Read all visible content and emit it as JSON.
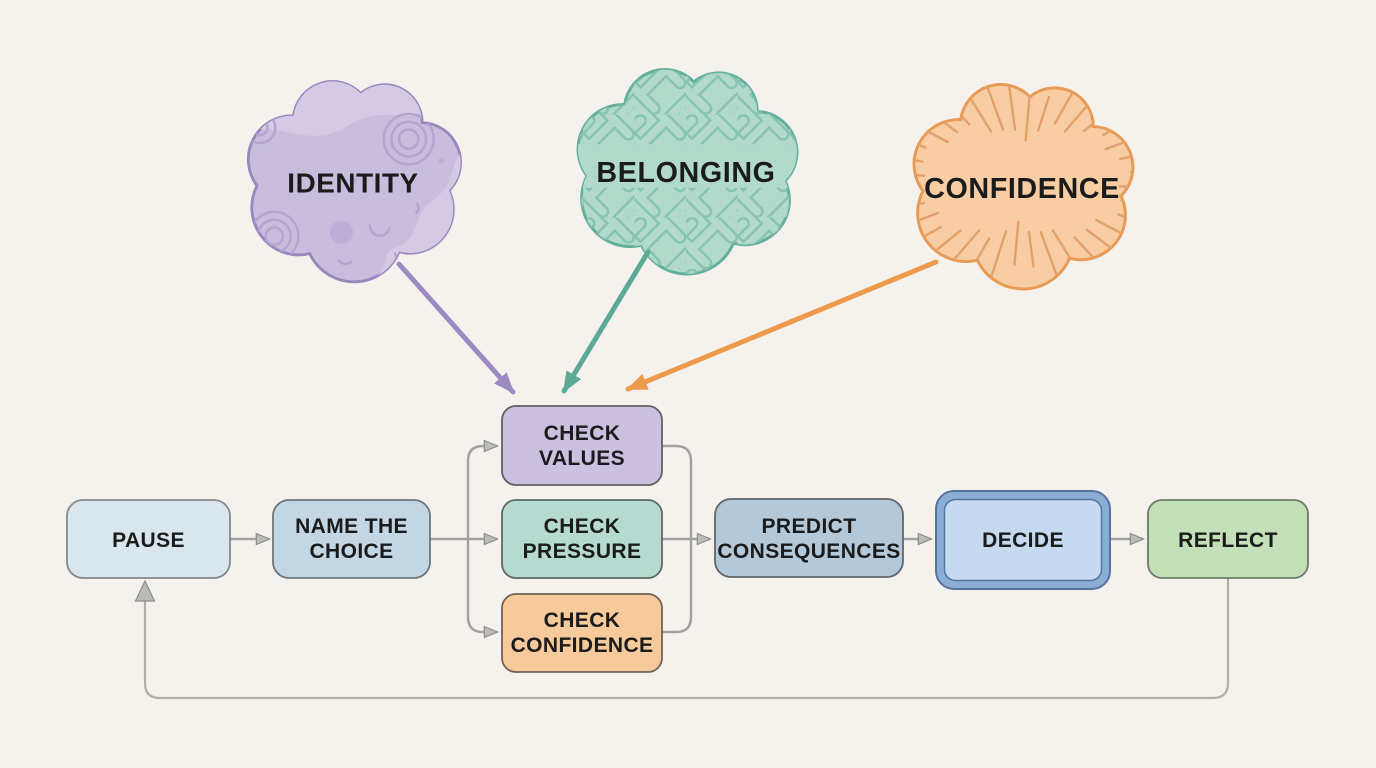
{
  "background": "#f5f2ee",
  "clouds": [
    {
      "id": "identity",
      "label": "IDENTITY",
      "fill": "#c8bddc",
      "stroke": "#9a88bc",
      "arrow_color": "#9d8ac3",
      "texture": "organic-waves"
    },
    {
      "id": "belonging",
      "label": "BELONGING",
      "fill": "#b2dacb",
      "stroke": "#63af9b",
      "arrow_color": "#5caa96",
      "texture": "basket-weave"
    },
    {
      "id": "confidence",
      "label": "CONFIDENCE",
      "fill": "#f8cda3",
      "stroke": "#e89b56",
      "arrow_color": "#ee9a4d",
      "texture": "sunburst"
    }
  ],
  "nodes": {
    "pause": {
      "label": "PAUSE",
      "fill": "#d9e6ee",
      "stroke": "#85898d"
    },
    "name_the_choice": {
      "line1": "NAME THE",
      "line2": "CHOICE",
      "fill": "#c3d6e3",
      "stroke": "#6e757b"
    },
    "check_values": {
      "line1": "CHECK",
      "line2": "VALUES",
      "fill": "#cbc0df",
      "stroke": "#606064"
    },
    "check_pressure": {
      "line1": "CHECK",
      "line2": "PRESSURE",
      "fill": "#b5dbd0",
      "stroke": "#5e6864"
    },
    "check_confidence": {
      "line1": "CHECK",
      "line2": "CONFIDENCE",
      "fill": "#f7ca9b",
      "stroke": "#6f6357"
    },
    "predict_consequences": {
      "line1": "PREDICT",
      "line2": "CONSEQUENCES",
      "fill": "#b3c9da",
      "stroke": "#5f666c"
    },
    "decide": {
      "label": "DECIDE",
      "fill": "#c5d9f0",
      "border_fill": "#8badd3",
      "stroke": "#54749e"
    },
    "reflect": {
      "label": "REFLECT",
      "fill": "#c4e0b9",
      "stroke": "#6b7b68"
    }
  },
  "edges": [
    "identity -> check_values",
    "belonging -> check_values",
    "confidence -> check_values",
    "pause -> name_the_choice",
    "name_the_choice -> check_values",
    "name_the_choice -> check_pressure",
    "name_the_choice -> check_confidence",
    "check_values -> predict_consequences",
    "check_pressure -> predict_consequences",
    "check_confidence -> predict_consequences",
    "predict_consequences -> decide",
    "decide -> reflect",
    "reflect -> pause (feedback loop)"
  ],
  "connector": {
    "line_color": "#a2a19c",
    "head_fill": "#bcbcb7",
    "head_stroke": "#8d8d88",
    "loop_color": "#b2aea7"
  }
}
